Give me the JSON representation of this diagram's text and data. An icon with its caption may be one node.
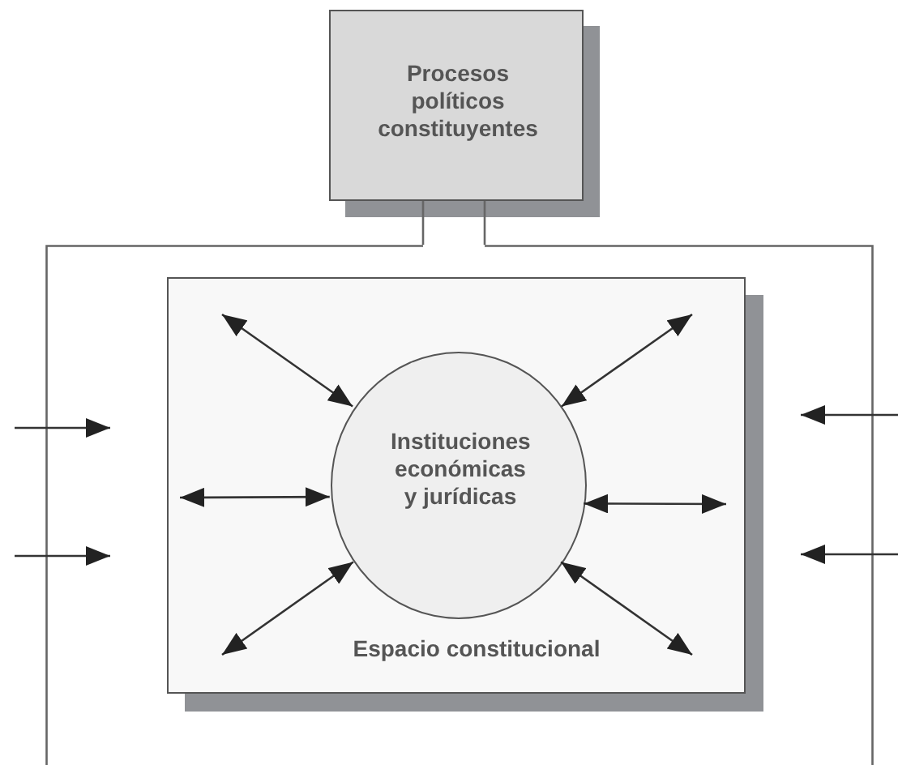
{
  "diagram": {
    "nodes": [
      {
        "text": [
          "Procesos políticos constituyentes"
        ]
      },
      {
        "text": [],
        "shape": "box"
      },
      {
        "text": [
          "Espacio constitucional"
        ],
        "in": 1
      },
      {
        "text": [
          "Instituciones económicas y jurídicas"
        ],
        "in": 2
      }
    ],
    "edges": [
      {
        "from": 0,
        "to": 1,
        "arrow": "none"
      },
      {
        "from": 0,
        "to": 1,
        "arrow": "none"
      },
      {
        "from": 3,
        "to": 2,
        "arrow": "both"
      },
      {
        "from": 3,
        "to": 2,
        "arrow": "both"
      },
      {
        "from": 3,
        "to": 2,
        "arrow": "both"
      },
      {
        "from": 3,
        "to": 2,
        "arrow": "both"
      },
      {
        "from": 3,
        "to": 2,
        "arrow": "both"
      },
      {
        "from": 3,
        "to": 2,
        "arrow": "both"
      }
    ]
  }
}
